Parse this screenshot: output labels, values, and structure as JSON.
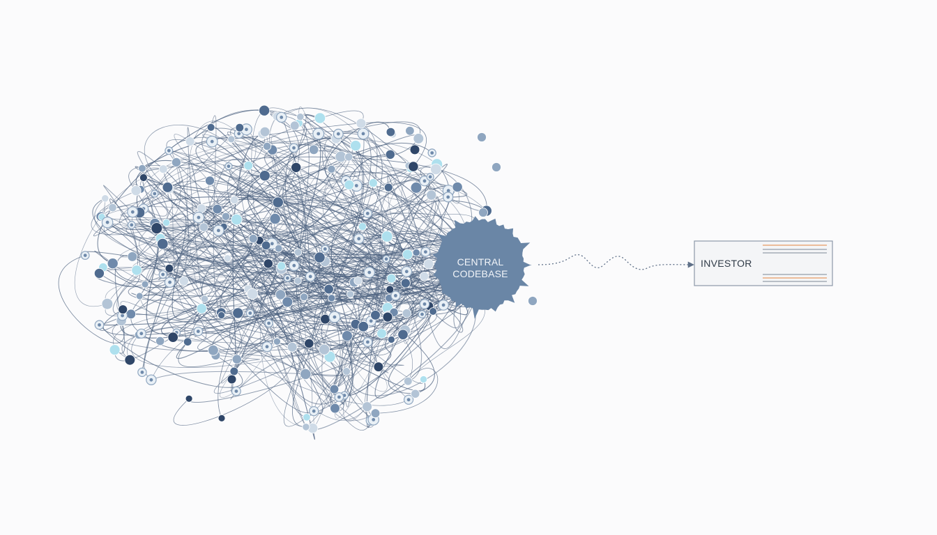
{
  "hub": {
    "line1": "CENTRAL",
    "line2": "CODEBASE"
  },
  "target": {
    "label": "INVESTOR"
  },
  "colors": {
    "background": "#fbfbfc",
    "hub_fill": "#6a86a6",
    "edge_stroke": "#4d6280",
    "node_palette": [
      "#2f4668",
      "#4f6b8f",
      "#6f8aab",
      "#8fa6c0",
      "#b3c4d6",
      "#cfdbe7",
      "#aee0ee"
    ],
    "box_fill": "#f4f5f7",
    "box_stroke": "#8c98a8",
    "accent_lines": [
      "#e89a62",
      "#7d8796"
    ]
  },
  "icons": {
    "connector": "dotted-wavy-arrow",
    "document_lines": "text-lines-icon"
  }
}
